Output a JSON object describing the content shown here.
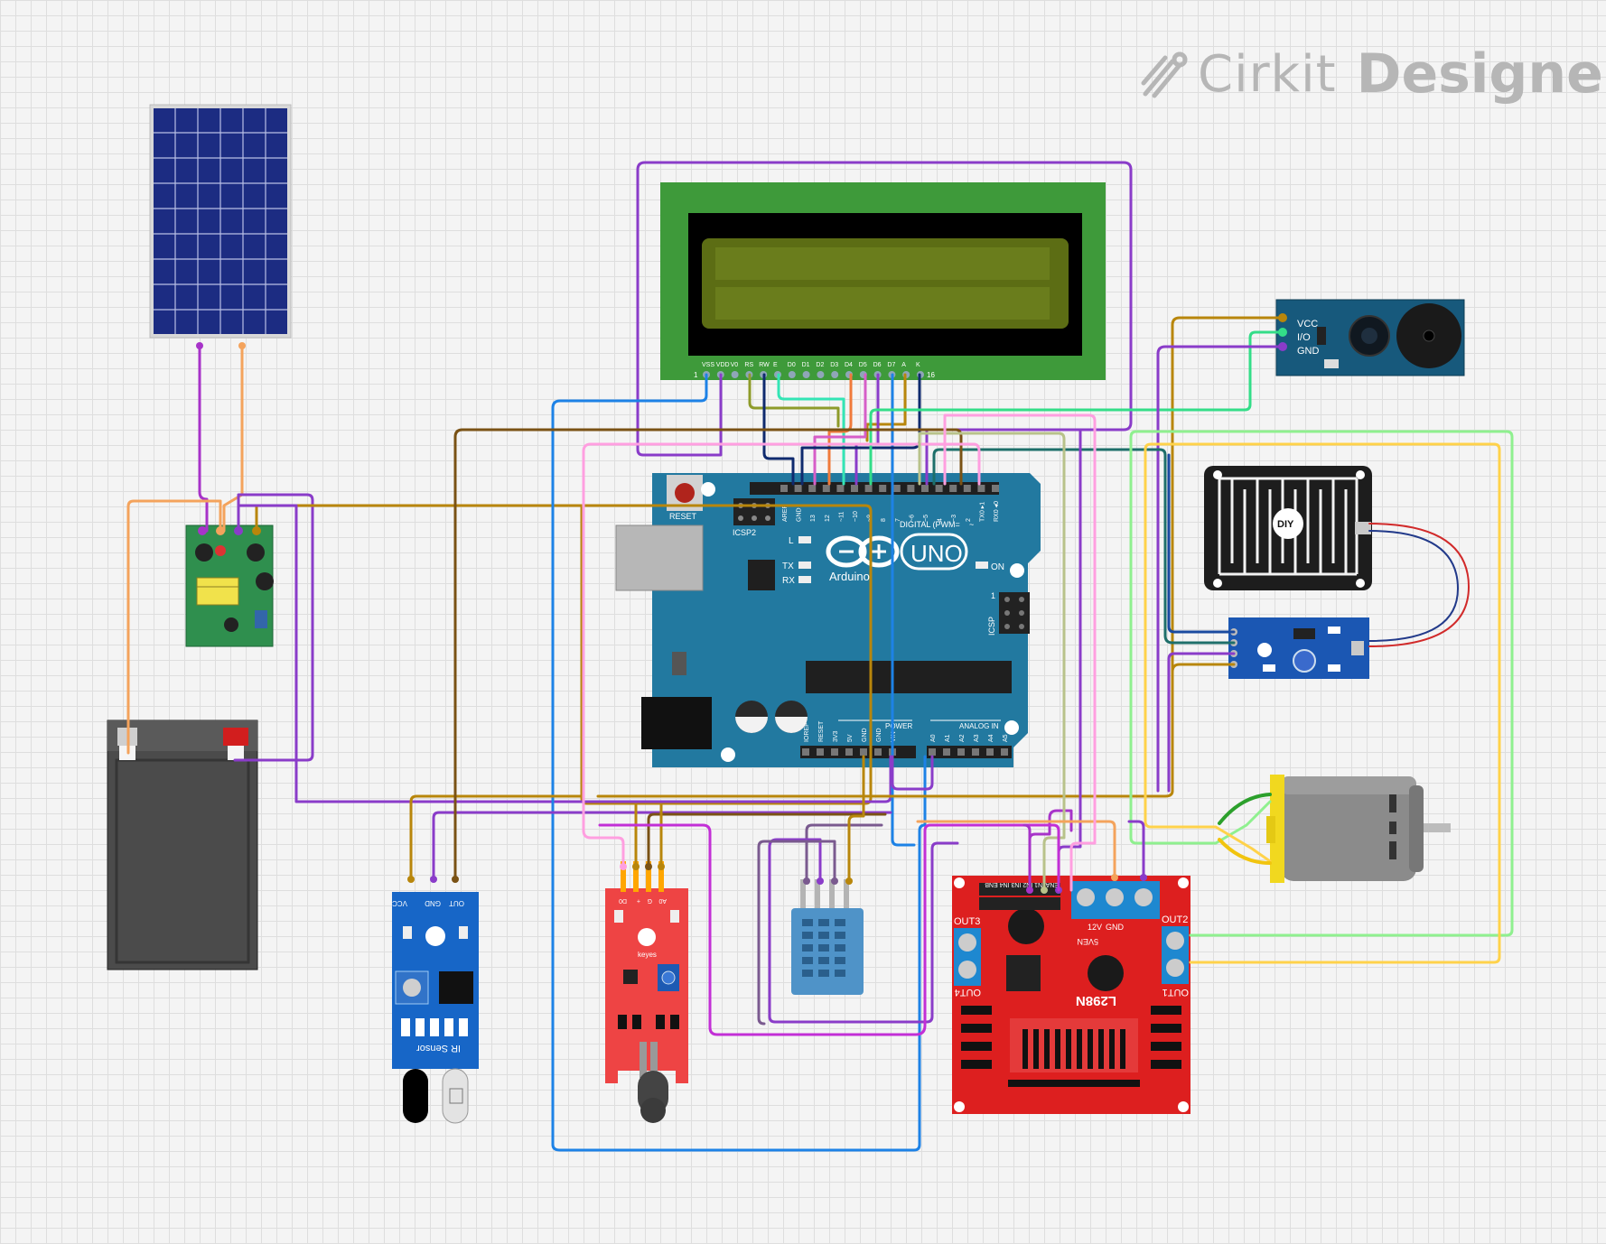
{
  "brand": {
    "prefix": "Cirkit",
    "suffix": "Designer"
  },
  "arduino": {
    "board_name": "UNO",
    "maker": "Arduino",
    "reset_label": "RESET",
    "icsp2_label": "ICSP2",
    "icsp_label": "ICSP",
    "led_l": "L",
    "led_tx": "TX",
    "led_rx": "RX",
    "led_on": "ON",
    "digital_label": "DIGITAL (PWM=",
    "tilde": "~",
    "power_label": "POWER",
    "analog_label": "ANALOG IN",
    "top_pins": [
      "AREF",
      "GND",
      "13",
      "12",
      "~11",
      "~10",
      "~9",
      "8",
      "7",
      "~6",
      "~5",
      "4",
      "~3",
      "2",
      "TX0 ▸1",
      "RX0 ◂0"
    ],
    "power_pins": [
      "IOREF",
      "RESET",
      "3V3",
      "5V",
      "GND",
      "GND",
      "VIN"
    ],
    "analog_pins": [
      "A0",
      "A1",
      "A2",
      "A3",
      "A4",
      "A5"
    ],
    "icsp_pin1": "1"
  },
  "lcd": {
    "pins": [
      "VSS",
      "VDD",
      "V0",
      "RS",
      "RW",
      "E",
      "D0",
      "D1",
      "D2",
      "D3",
      "D4",
      "D5",
      "D6",
      "D7",
      "A",
      "K"
    ],
    "first_index": "1",
    "last_index": "16"
  },
  "ir_sensor": {
    "pins": [
      "VCC",
      "GND",
      "OUT"
    ],
    "label": "IR Sensor"
  },
  "flame_sensor": {
    "pins": [
      "D0",
      "+",
      "G",
      "A0"
    ],
    "brand": "keyes"
  },
  "motor_driver": {
    "model": "L298N",
    "out1": "OUT1",
    "out2": "OUT2",
    "out3": "OUT3",
    "out4": "OUT4",
    "power_labels": [
      "12V",
      "GND",
      "5V"
    ],
    "enable": "5VEN",
    "header": "ENA IN1 IN2 IN3 IN4 ENB"
  },
  "buzzer": {
    "pins": [
      "VCC",
      "I/O",
      "GND"
    ]
  },
  "rain_sensor": {
    "brand": "DIY"
  },
  "colors": {
    "arduino": "#2279a0",
    "lcd_bezel": "#3e9a3a",
    "lcd_screen": "#5c6d14",
    "solar_cell": "#1c2c82",
    "ir_board": "#1766c7",
    "flame_board": "#ee4444",
    "l298n_board": "#dd1f1f",
    "dht_body": "#4f93c8",
    "buzzer_board": "#17597c",
    "rain_board": "#1d1d1d",
    "rain_module": "#1b57b3",
    "motor_can": "#8b8b8b",
    "motor_cap": "#f1d81f",
    "battery": "#4b4b4b"
  }
}
